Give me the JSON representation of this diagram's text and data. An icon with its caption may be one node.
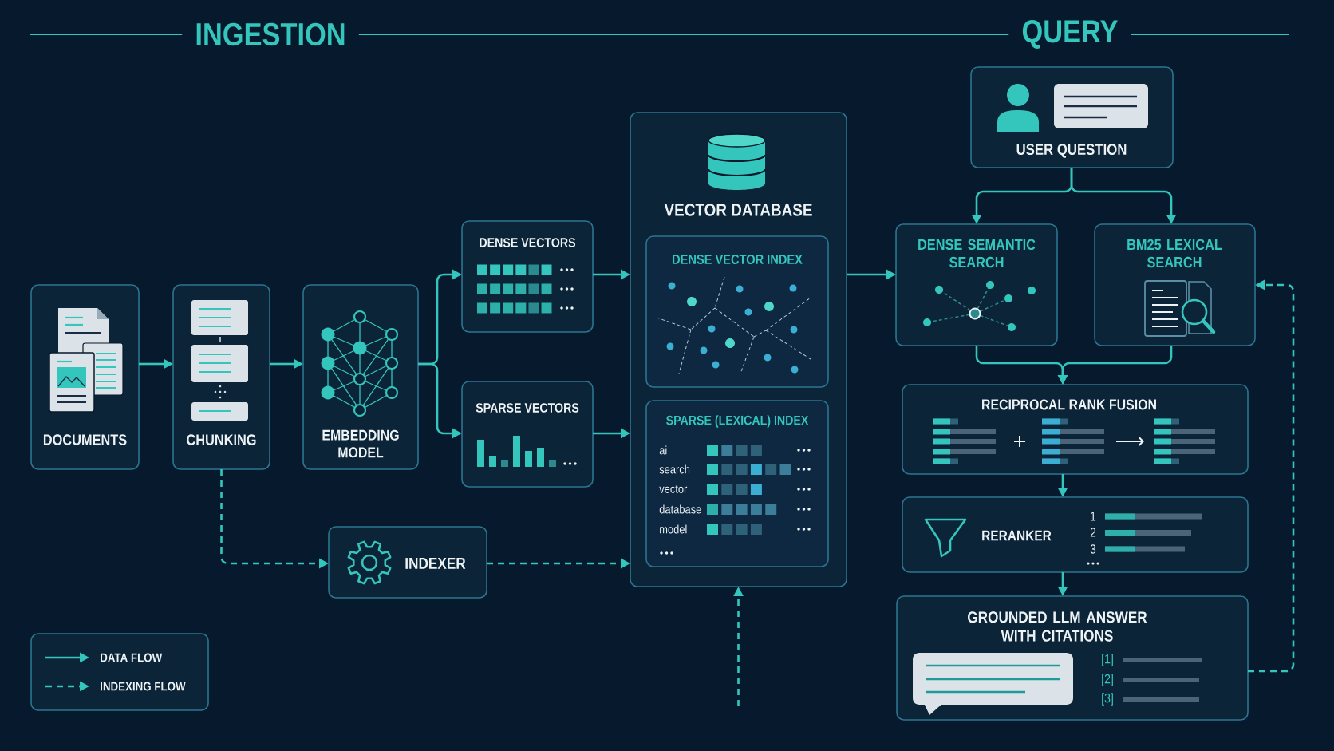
{
  "diagram": {
    "nodes": [
      {
        "text": [
          "DOCUMENTS"
        ]
      },
      {
        "text": [
          "CHUNKING"
        ]
      },
      {
        "text": [
          "EMBEDDING MODEL"
        ]
      },
      {
        "text": [
          "DENSE VECTORS"
        ]
      },
      {
        "text": [
          "SPARSE VECTORS"
        ]
      },
      {
        "text": [
          "VECTOR DATABASE"
        ]
      },
      {
        "text": [
          "DENSE VECTOR INDEX"
        ],
        "in": 5
      },
      {
        "text": [
          "SPARSE (LEXICAL) INDEX",
          "ai",
          "search",
          "vector",
          "database",
          "model"
        ],
        "in": 5
      },
      {
        "text": [
          "INDEXER"
        ]
      },
      {
        "text": [
          "USER QUESTION"
        ]
      },
      {
        "text": [
          "DENSE SEMANTIC SEARCH"
        ]
      },
      {
        "text": [
          "BM25 LEXICAL SEARCH"
        ]
      },
      {
        "text": [
          "RECIPROCAL RANK FUSION"
        ]
      },
      {
        "text": [
          "RERANKER",
          "1",
          "2",
          "3"
        ]
      },
      {
        "text": [
          "GROUNDED LLM ANSWER WITH CITATIONS",
          "[1]",
          "[2]",
          "[3]"
        ]
      }
    ],
    "edges": [
      {
        "from": 0,
        "to": 1,
        "arrow": "to"
      },
      {
        "from": 1,
        "to": 2,
        "arrow": "to"
      },
      {
        "from": 2,
        "to": 3,
        "arrow": "to"
      },
      {
        "from": 2,
        "to": 4,
        "arrow": "to"
      },
      {
        "from": 3,
        "to": 5,
        "arrow": "to"
      },
      {
        "from": 4,
        "to": 5,
        "arrow": "to"
      },
      {
        "from": 1,
        "to": 8,
        "arrow": "to",
        "style": "dashed"
      },
      {
        "from": 8,
        "to": 5,
        "arrow": "to",
        "style": "dashed"
      },
      {
        "from": null,
        "to": 5,
        "arrow": "to",
        "style": "dashed"
      },
      {
        "from": 5,
        "to": 10,
        "arrow": "to"
      },
      {
        "from": 9,
        "to": 10,
        "arrow": "to"
      },
      {
        "from": 9,
        "to": 11,
        "arrow": "to"
      },
      {
        "from": 10,
        "to": 12,
        "arrow": "to"
      },
      {
        "from": 11,
        "to": 12,
        "arrow": "to"
      },
      {
        "from": 12,
        "to": 13,
        "arrow": "to"
      },
      {
        "from": 13,
        "to": 14,
        "arrow": "to"
      },
      {
        "from": 14,
        "to": 11,
        "arrow": "to",
        "style": "dashed"
      }
    ],
    "labels": [
      "INGESTION",
      "QUERY"
    ],
    "legend": [
      {
        "text": "DATA FLOW"
      },
      {
        "text": "INDEXING FLOW"
      }
    ]
  }
}
